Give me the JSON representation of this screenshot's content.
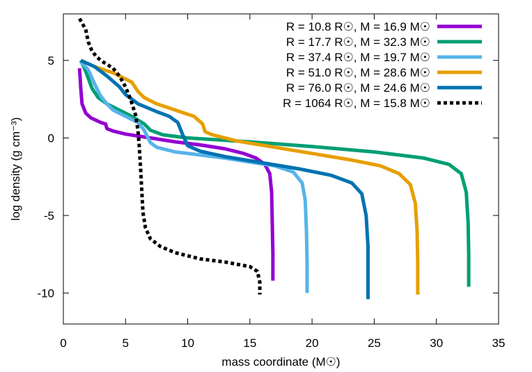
{
  "chart_data": {
    "type": "line",
    "title": "",
    "xlabel": "mass coordinate (M☉)",
    "ylabel": "log density (g cm⁻³)",
    "xlim": [
      0,
      35
    ],
    "ylim": [
      -12,
      8
    ],
    "xticks": [
      "0",
      "5",
      "10",
      "15",
      "20",
      "25",
      "30",
      "35"
    ],
    "yticks": [
      "5",
      "0",
      "-5",
      "-10"
    ],
    "grid": false,
    "legend_position": "top-right",
    "series": [
      {
        "name": "R = 10.8 R☉, M = 16.9 M☉",
        "color": "#9400d3",
        "dash": "solid",
        "points": [
          [
            1.3,
            4.5
          ],
          [
            1.4,
            3.2
          ],
          [
            1.5,
            2.2
          ],
          [
            1.8,
            1.6
          ],
          [
            2.2,
            1.3
          ],
          [
            3.0,
            1.0
          ],
          [
            3.4,
            0.9
          ],
          [
            3.5,
            0.6
          ],
          [
            4.0,
            0.45
          ],
          [
            5.0,
            0.25
          ],
          [
            7.0,
            0.0
          ],
          [
            9.0,
            -0.25
          ],
          [
            11.0,
            -0.45
          ],
          [
            13.0,
            -0.7
          ],
          [
            14.5,
            -1.0
          ],
          [
            15.5,
            -1.3
          ],
          [
            16.2,
            -1.7
          ],
          [
            16.6,
            -2.3
          ],
          [
            16.75,
            -3.5
          ],
          [
            16.8,
            -5.5
          ],
          [
            16.85,
            -7.5
          ],
          [
            16.85,
            -9.2
          ]
        ]
      },
      {
        "name": "R = 17.7 R☉, M = 32.3 M☉",
        "color": "#009e73",
        "dash": "solid",
        "points": [
          [
            1.4,
            5.0
          ],
          [
            1.8,
            4.3
          ],
          [
            2.3,
            3.2
          ],
          [
            2.8,
            2.6
          ],
          [
            3.5,
            2.2
          ],
          [
            4.5,
            1.8
          ],
          [
            5.5,
            1.4
          ],
          [
            6.5,
            0.9
          ],
          [
            7.0,
            0.5
          ],
          [
            8.0,
            0.2
          ],
          [
            10.0,
            0.0
          ],
          [
            15.0,
            -0.25
          ],
          [
            20.0,
            -0.55
          ],
          [
            25.0,
            -0.9
          ],
          [
            29.0,
            -1.3
          ],
          [
            31.0,
            -1.7
          ],
          [
            32.0,
            -2.3
          ],
          [
            32.4,
            -3.5
          ],
          [
            32.55,
            -5.5
          ],
          [
            32.6,
            -7.5
          ],
          [
            32.6,
            -9.6
          ]
        ]
      },
      {
        "name": "R = 37.4 R☉, M = 19.7 M☉",
        "color": "#56b4e9",
        "dash": "solid",
        "points": [
          [
            1.4,
            4.9
          ],
          [
            2.0,
            4.4
          ],
          [
            2.5,
            3.5
          ],
          [
            3.0,
            2.7
          ],
          [
            3.5,
            2.2
          ],
          [
            4.0,
            1.8
          ],
          [
            5.0,
            1.4
          ],
          [
            6.0,
            1.0
          ],
          [
            6.5,
            0.5
          ],
          [
            7.0,
            -0.3
          ],
          [
            7.5,
            -0.6
          ],
          [
            9.0,
            -0.9
          ],
          [
            11.0,
            -1.1
          ],
          [
            13.0,
            -1.3
          ],
          [
            15.0,
            -1.55
          ],
          [
            17.0,
            -1.8
          ],
          [
            18.5,
            -2.2
          ],
          [
            19.2,
            -2.9
          ],
          [
            19.45,
            -4.0
          ],
          [
            19.55,
            -6.0
          ],
          [
            19.6,
            -8.0
          ],
          [
            19.6,
            -10.0
          ]
        ]
      },
      {
        "name": "R = 51.0 R☉, M = 28.6 M☉",
        "color": "#e69f00",
        "dash": "solid",
        "points": [
          [
            1.4,
            5.0
          ],
          [
            2.5,
            4.6
          ],
          [
            4.0,
            4.2
          ],
          [
            5.5,
            3.6
          ],
          [
            6.0,
            3.0
          ],
          [
            6.5,
            2.6
          ],
          [
            7.5,
            2.2
          ],
          [
            9.0,
            1.8
          ],
          [
            10.5,
            1.4
          ],
          [
            11.2,
            0.9
          ],
          [
            11.4,
            0.4
          ],
          [
            12.0,
            0.2
          ],
          [
            14.0,
            -0.2
          ],
          [
            17.0,
            -0.6
          ],
          [
            20.0,
            -1.0
          ],
          [
            23.0,
            -1.4
          ],
          [
            25.5,
            -1.8
          ],
          [
            27.0,
            -2.3
          ],
          [
            27.9,
            -3.0
          ],
          [
            28.3,
            -4.2
          ],
          [
            28.45,
            -6.0
          ],
          [
            28.5,
            -8.0
          ],
          [
            28.5,
            -10.1
          ]
        ]
      },
      {
        "name": "R = 76.0 R☉, M = 24.6 M☉",
        "color": "#0072b2",
        "dash": "solid",
        "points": [
          [
            1.4,
            5.0
          ],
          [
            2.5,
            4.6
          ],
          [
            3.5,
            4.0
          ],
          [
            4.5,
            3.3
          ],
          [
            5.0,
            2.8
          ],
          [
            6.0,
            2.2
          ],
          [
            7.5,
            1.7
          ],
          [
            8.5,
            1.4
          ],
          [
            9.2,
            1.0
          ],
          [
            9.6,
            0.2
          ],
          [
            10.0,
            -0.5
          ],
          [
            11.0,
            -0.85
          ],
          [
            13.0,
            -1.2
          ],
          [
            16.0,
            -1.6
          ],
          [
            19.0,
            -2.0
          ],
          [
            21.5,
            -2.4
          ],
          [
            23.2,
            -2.9
          ],
          [
            24.0,
            -3.6
          ],
          [
            24.35,
            -5.0
          ],
          [
            24.5,
            -7.0
          ],
          [
            24.5,
            -8.5
          ],
          [
            24.5,
            -10.4
          ]
        ]
      },
      {
        "name": "R = 1064 R☉, M = 15.8 M☉",
        "color": "#000000",
        "dash": "dotted",
        "points": [
          [
            1.3,
            7.7
          ],
          [
            1.8,
            7.0
          ],
          [
            2.0,
            6.2
          ],
          [
            2.3,
            5.6
          ],
          [
            2.7,
            5.2
          ],
          [
            3.2,
            4.9
          ],
          [
            4.0,
            4.5
          ],
          [
            4.5,
            4.0
          ],
          [
            5.0,
            3.3
          ],
          [
            5.4,
            2.5
          ],
          [
            5.8,
            1.5
          ],
          [
            6.0,
            0.5
          ],
          [
            6.1,
            -0.5
          ],
          [
            6.2,
            -1.8
          ],
          [
            6.3,
            -3.3
          ],
          [
            6.4,
            -4.8
          ],
          [
            6.6,
            -5.8
          ],
          [
            7.0,
            -6.5
          ],
          [
            7.8,
            -7.0
          ],
          [
            9.0,
            -7.4
          ],
          [
            11.0,
            -7.8
          ],
          [
            13.0,
            -8.0
          ],
          [
            15.0,
            -8.3
          ],
          [
            15.6,
            -8.6
          ],
          [
            15.8,
            -9.3
          ],
          [
            15.8,
            -10.1
          ]
        ]
      }
    ]
  }
}
